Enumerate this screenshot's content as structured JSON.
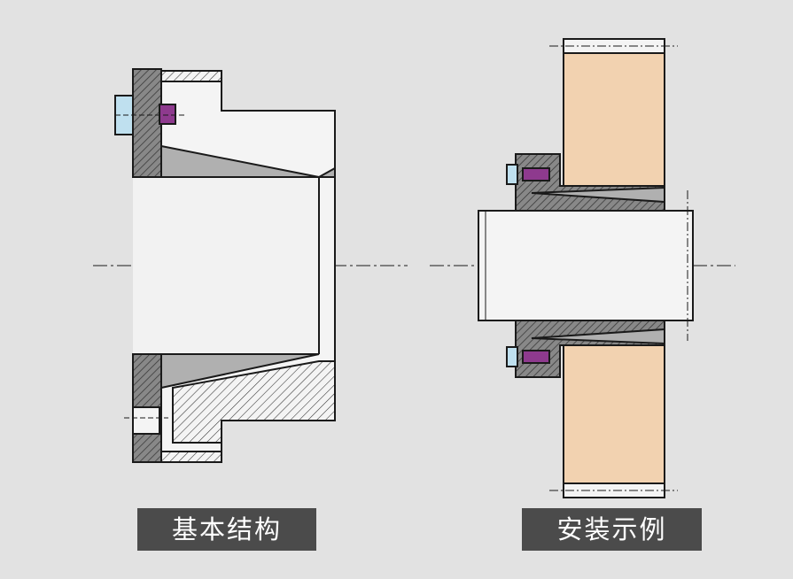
{
  "captions": {
    "basic_structure": "基本结构",
    "installation_example": "安装示例"
  },
  "colors": {
    "background": "#e2e2e2",
    "caption_background": "#4b4b4b",
    "caption_text": "#ffffff",
    "outline": "#1a1a1a",
    "steel_section": "#888888",
    "cone_surface": "#b0b0b0",
    "bore_face": "#f2f2f2",
    "gear_body": "#f2d2b0",
    "bolt": "#8e3a8e",
    "bolt_head": "#bfe0ef"
  },
  "icons": [
    "bolt-icon",
    "hatched-section"
  ]
}
